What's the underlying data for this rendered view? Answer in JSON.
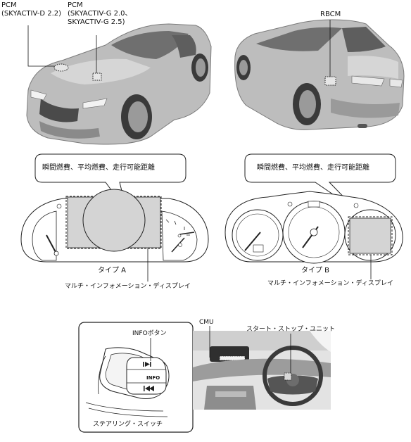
{
  "labels": {
    "pcm_diesel_line1": "PCM",
    "pcm_diesel_line2": "(SKYACTIV-D 2.2)",
    "pcm_gas_line1": "PCM",
    "pcm_gas_line2": "(SKYACTIV-G 2.0、",
    "pcm_gas_line3": "SKYACTIV-G 2.5)",
    "rbcm": "RBCM",
    "fuel_info_a": "瞬間燃費、平均燃費、走行可能距離",
    "fuel_info_b": "瞬間燃費、平均燃費、走行可能距離",
    "type_a": "タイプ A",
    "type_b": "タイプ B",
    "mid_a": "マルチ・インフォメーション・ディスプレイ",
    "mid_b": "マルチ・インフォメーション・ディスプレイ",
    "info_button": "INFOボタン",
    "cmu": "CMU",
    "start_stop": "スタート・ストップ・ユニット",
    "steering_switch": "ステアリング・スイッチ",
    "info_text_on_button": "INFO"
  }
}
